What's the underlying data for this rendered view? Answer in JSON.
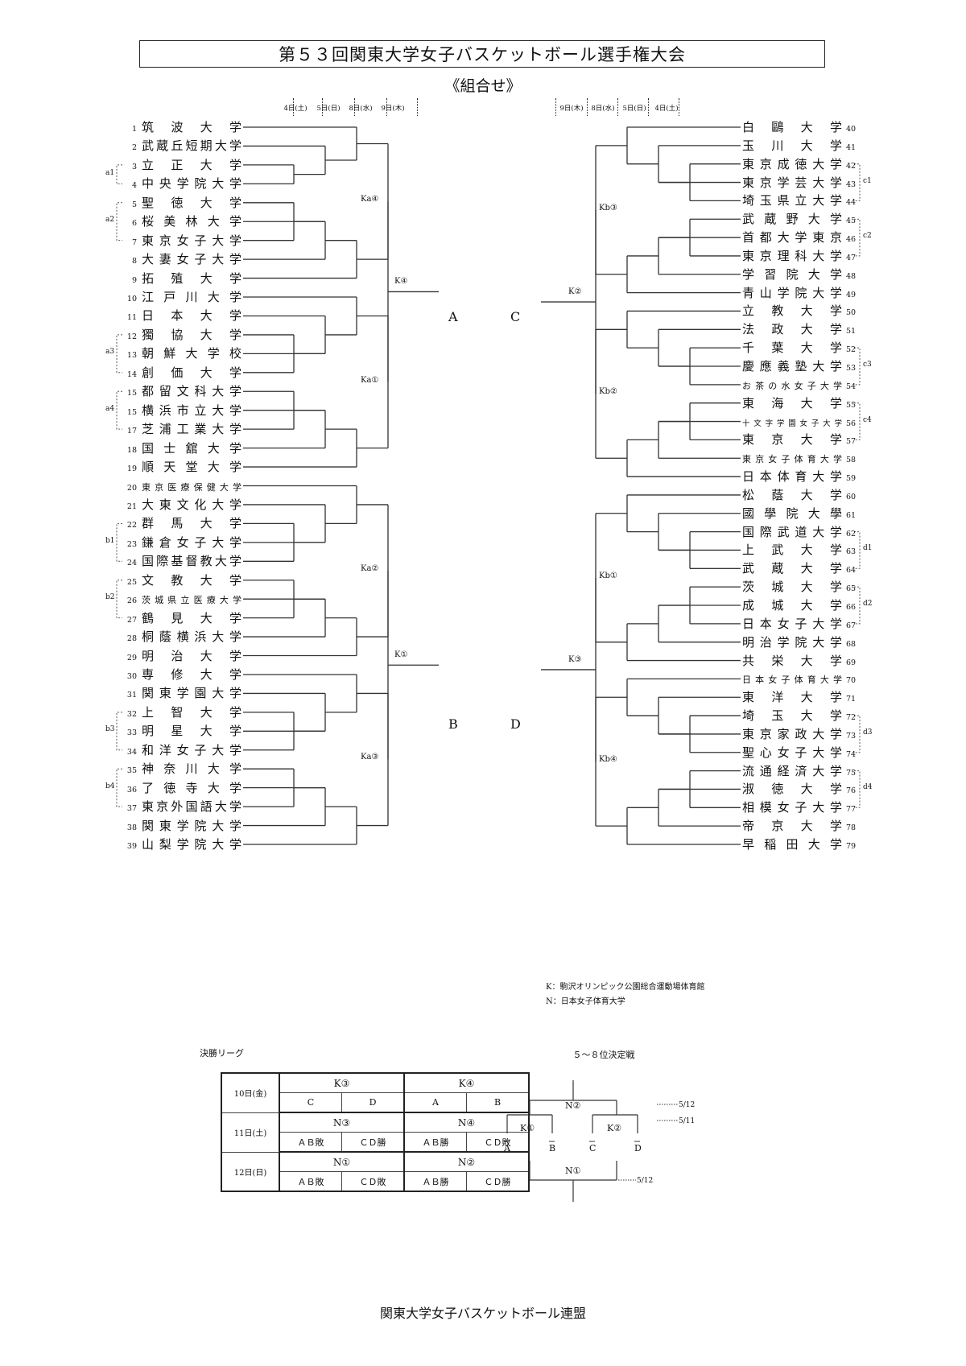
{
  "header": {
    "title": "第５３回関東大学女子バスケットボール選手権大会",
    "subtitle": "《組合せ》",
    "dates_left": [
      "4日(土)",
      "5日(日)",
      "8日(水)",
      "9日(木)"
    ],
    "dates_right": [
      "9日(木)",
      "8日(水)",
      "5日(日)",
      "4日(土)"
    ]
  },
  "left_teams": [
    {
      "num": "1",
      "name": "筑波大学"
    },
    {
      "num": "2",
      "name": "武蔵丘短期大学"
    },
    {
      "num": "3",
      "name": "立正大学"
    },
    {
      "num": "4",
      "name": "中央学院大学"
    },
    {
      "num": "5",
      "name": "聖徳大学"
    },
    {
      "num": "6",
      "name": "桜美林大学"
    },
    {
      "num": "7",
      "name": "東京女子大学"
    },
    {
      "num": "8",
      "name": "大妻女子大学"
    },
    {
      "num": "9",
      "name": "拓殖大学"
    },
    {
      "num": "10",
      "name": "江戸川大学"
    },
    {
      "num": "11",
      "name": "日本大学"
    },
    {
      "num": "12",
      "name": "獨協大学"
    },
    {
      "num": "13",
      "name": "朝鮮大学校"
    },
    {
      "num": "14",
      "name": "創価大学"
    },
    {
      "num": "15",
      "name": "都留文科大学"
    },
    {
      "num": "15",
      "name": "横浜市立大学"
    },
    {
      "num": "17",
      "name": "芝浦工業大学"
    },
    {
      "num": "18",
      "name": "国士舘大学"
    },
    {
      "num": "19",
      "name": "順天堂大学"
    },
    {
      "num": "20",
      "name": "東京医療保健大学"
    },
    {
      "num": "21",
      "name": "大東文化大学"
    },
    {
      "num": "22",
      "name": "群馬大学"
    },
    {
      "num": "23",
      "name": "鎌倉女子大学"
    },
    {
      "num": "24",
      "name": "国際基督教大学"
    },
    {
      "num": "25",
      "name": "文教大学"
    },
    {
      "num": "26",
      "name": "茨城県立医療大学"
    },
    {
      "num": "27",
      "name": "鶴見大学"
    },
    {
      "num": "28",
      "name": "桐蔭横浜大学"
    },
    {
      "num": "29",
      "name": "明治大学"
    },
    {
      "num": "30",
      "name": "専修大学"
    },
    {
      "num": "31",
      "name": "関東学園大学"
    },
    {
      "num": "32",
      "name": "上智大学"
    },
    {
      "num": "33",
      "name": "明星大学"
    },
    {
      "num": "34",
      "name": "和洋女子大学"
    },
    {
      "num": "35",
      "name": "神奈川大学"
    },
    {
      "num": "36",
      "name": "了徳寺大学"
    },
    {
      "num": "37",
      "name": "東京外国語大学"
    },
    {
      "num": "38",
      "name": "関東学院大学"
    },
    {
      "num": "39",
      "name": "山梨学院大学"
    }
  ],
  "right_teams": [
    {
      "num": "40",
      "name": "白鷗大学"
    },
    {
      "num": "41",
      "name": "玉川大学"
    },
    {
      "num": "42",
      "name": "東京成徳大学"
    },
    {
      "num": "43",
      "name": "東京学芸大学"
    },
    {
      "num": "44",
      "name": "埼玉県立大学"
    },
    {
      "num": "45",
      "name": "武蔵野大学"
    },
    {
      "num": "46",
      "name": "首都大学東京"
    },
    {
      "num": "47",
      "name": "東京理科大学"
    },
    {
      "num": "48",
      "name": "学習院大学"
    },
    {
      "num": "49",
      "name": "青山学院大学"
    },
    {
      "num": "50",
      "name": "立教大学"
    },
    {
      "num": "51",
      "name": "法政大学"
    },
    {
      "num": "52",
      "name": "千葉大学"
    },
    {
      "num": "53",
      "name": "慶應義塾大学"
    },
    {
      "num": "54",
      "name": "お茶の水女子大学"
    },
    {
      "num": "55",
      "name": "東海大学"
    },
    {
      "num": "56",
      "name": "十文字学園女子大学"
    },
    {
      "num": "57",
      "name": "東京大学"
    },
    {
      "num": "58",
      "name": "東京女子体育大学"
    },
    {
      "num": "59",
      "name": "日本体育大学"
    },
    {
      "num": "60",
      "name": "松蔭大学"
    },
    {
      "num": "61",
      "name": "國學院大學"
    },
    {
      "num": "62",
      "name": "国際武道大学"
    },
    {
      "num": "63",
      "name": "上武大学"
    },
    {
      "num": "64",
      "name": "武蔵大学"
    },
    {
      "num": "65",
      "name": "茨城大学"
    },
    {
      "num": "66",
      "name": "成城大学"
    },
    {
      "num": "67",
      "name": "日本女子大学"
    },
    {
      "num": "68",
      "name": "明治学院大学"
    },
    {
      "num": "69",
      "name": "共栄大学"
    },
    {
      "num": "70",
      "name": "日本女子体育大学"
    },
    {
      "num": "71",
      "name": "東洋大学"
    },
    {
      "num": "72",
      "name": "埼玉大学"
    },
    {
      "num": "73",
      "name": "東京家政大学"
    },
    {
      "num": "74",
      "name": "聖心女子大学"
    },
    {
      "num": "75",
      "name": "流通経済大学"
    },
    {
      "num": "76",
      "name": "淑徳大学"
    },
    {
      "num": "77",
      "name": "相模女子大学"
    },
    {
      "num": "78",
      "name": "帝京大学"
    },
    {
      "num": "79",
      "name": "早稲田大学"
    }
  ],
  "left_groups": [
    {
      "label": "a1",
      "from": 3,
      "to": 4
    },
    {
      "label": "a2",
      "from": 5,
      "to": 7
    },
    {
      "label": "a3",
      "from": 12,
      "to": 14
    },
    {
      "label": "a4",
      "from": 15,
      "to": 17
    },
    {
      "label": "b1",
      "from": 22,
      "to": 24
    },
    {
      "label": "b2",
      "from": 25,
      "to": 27
    },
    {
      "label": "b3",
      "from": 32,
      "to": 34
    },
    {
      "label": "b4",
      "from": 35,
      "to": 37
    }
  ],
  "right_groups": [
    {
      "label": "c1",
      "from": 42,
      "to": 44
    },
    {
      "label": "c2",
      "from": 45,
      "to": 47
    },
    {
      "label": "c3",
      "from": 52,
      "to": 54
    },
    {
      "label": "c4",
      "from": 55,
      "to": 57
    },
    {
      "label": "d1",
      "from": 62,
      "to": 64
    },
    {
      "label": "d2",
      "from": 65,
      "to": 67
    },
    {
      "label": "d3",
      "from": 72,
      "to": 74
    },
    {
      "label": "d4",
      "from": 75,
      "to": 77
    }
  ],
  "bracket": {
    "left": [
      [
        "g",
        [
          "g",
          [
            "t",
            1
          ],
          [
            "g",
            [
              "t",
              2
            ],
            [
              "g",
              [
                "t",
                3
              ],
              [
                "t",
                4
              ]
            ]
          ]
        ],
        [
          "g",
          [
            "g",
            [
              "g",
              [
                "t",
                5
              ],
              [
                "t",
                7
              ]
            ],
            [
              "t",
              6
            ],
            [
              "t",
              8
            ]
          ],
          [
            "t",
            9
          ]
        ]
      ],
      [
        "g",
        [
          "g",
          [
            "t",
            10
          ],
          [
            "g",
            [
              "t",
              11
            ],
            [
              "g",
              [
                "t",
                12
              ],
              [
                "t",
                14
              ]
            ],
            [
              "t",
              13
            ]
          ]
        ],
        [
          "g",
          [
            "g",
            [
              "g",
              [
                "t",
                15
              ],
              [
                "t",
                17
              ]
            ],
            [
              "t",
              16
            ],
            [
              "t",
              18
            ]
          ],
          [
            "t",
            19
          ]
        ]
      ],
      [
        "g",
        [
          "g",
          [
            "t",
            20
          ],
          [
            "g",
            [
              "t",
              21
            ],
            [
              "g",
              [
                "t",
                22
              ],
              [
                "t",
                24
              ]
            ],
            [
              "t",
              23
            ]
          ]
        ],
        [
          "g",
          [
            "g",
            [
              "g",
              [
                "t",
                25
              ],
              [
                "t",
                27
              ]
            ],
            [
              "t",
              26
            ],
            [
              "t",
              28
            ]
          ],
          [
            "t",
            29
          ]
        ]
      ],
      [
        "g",
        [
          "g",
          [
            "t",
            30
          ],
          [
            "g",
            [
              "t",
              31
            ],
            [
              "g",
              [
                "t",
                32
              ],
              [
                "t",
                34
              ]
            ],
            [
              "t",
              33
            ]
          ]
        ],
        [
          "g",
          [
            "g",
            [
              "g",
              [
                "t",
                35
              ],
              [
                "t",
                37
              ]
            ],
            [
              "t",
              36
            ],
            [
              "t",
              38
            ]
          ],
          [
            "t",
            39
          ]
        ]
      ]
    ],
    "right": [
      [
        "g",
        [
          "g",
          [
            "t",
            40
          ],
          [
            "g",
            [
              "t",
              41
            ],
            [
              "g",
              [
                "t",
                42
              ],
              [
                "t",
                44
              ]
            ],
            [
              "t",
              43
            ]
          ]
        ],
        [
          "g",
          [
            "g",
            [
              "g",
              [
                "t",
                45
              ],
              [
                "t",
                47
              ]
            ],
            [
              "t",
              46
            ],
            [
              "t",
              48
            ]
          ],
          [
            "t",
            49
          ]
        ]
      ],
      [
        "g",
        [
          "g",
          [
            "t",
            50
          ],
          [
            "g",
            [
              "t",
              51
            ],
            [
              "g",
              [
                "t",
                52
              ],
              [
                "t",
                54
              ]
            ],
            [
              "t",
              53
            ]
          ]
        ],
        [
          "g",
          [
            "g",
            [
              "g",
              [
                "t",
                55
              ],
              [
                "t",
                57
              ]
            ],
            [
              "t",
              56
            ],
            [
              "t",
              58
            ]
          ],
          [
            "t",
            59
          ]
        ]
      ],
      [
        "g",
        [
          "g",
          [
            "t",
            60
          ],
          [
            "g",
            [
              "t",
              61
            ],
            [
              "g",
              [
                "t",
                62
              ],
              [
                "t",
                64
              ]
            ],
            [
              "t",
              63
            ]
          ]
        ],
        [
          "g",
          [
            "g",
            [
              "g",
              [
                "t",
                65
              ],
              [
                "t",
                67
              ]
            ],
            [
              "t",
              66
            ],
            [
              "t",
              68
            ]
          ],
          [
            "t",
            69
          ]
        ]
      ],
      [
        "g",
        [
          "g",
          [
            "t",
            70
          ],
          [
            "g",
            [
              "t",
              71
            ],
            [
              "g",
              [
                "t",
                72
              ],
              [
                "t",
                74
              ]
            ],
            [
              "t",
              73
            ]
          ]
        ],
        [
          "g",
          [
            "g",
            [
              "g",
              [
                "t",
                75
              ],
              [
                "t",
                77
              ]
            ],
            [
              "t",
              76
            ],
            [
              "t",
              78
            ]
          ],
          [
            "t",
            79
          ]
        ]
      ]
    ]
  },
  "game_labels": {
    "left_quarter": [
      "Ka④",
      "Ka①",
      "Ka②",
      "Ka③"
    ],
    "left_semi": [
      "K④",
      "K①"
    ],
    "right_quarter": [
      "Kb③",
      "Kb②",
      "Kb①",
      "Kb④"
    ],
    "right_semi": [
      "K②",
      "K③"
    ]
  },
  "block_letters": {
    "left_top": "A",
    "left_bottom": "B",
    "right_top": "C",
    "right_bottom": "D"
  },
  "venues": {
    "k": "K：駒沢オリンピック公園総合運動場体育館",
    "n": "N：日本女子体育大学"
  },
  "final_league": {
    "title": "決勝リーグ",
    "days": [
      {
        "day": "10日(金)",
        "games": [
          {
            "label": "K③",
            "slots": [
              "C",
              "D"
            ]
          },
          {
            "label": "K④",
            "slots": [
              "A",
              "B"
            ]
          }
        ]
      },
      {
        "day": "11日(土)",
        "games": [
          {
            "label": "N③",
            "slots": [
              "ＡＢ敗",
              "ＣＤ勝"
            ]
          },
          {
            "label": "N④",
            "slots": [
              "ＡＢ勝",
              "ＣＤ敗"
            ]
          }
        ]
      },
      {
        "day": "12日(日)",
        "games": [
          {
            "label": "N①",
            "slots": [
              "ＡＢ敗",
              "ＣＤ敗"
            ]
          },
          {
            "label": "N②",
            "slots": [
              "ＡＢ勝",
              "ＣＤ勝"
            ]
          }
        ]
      }
    ]
  },
  "placement": {
    "title": "５～８位決定戦",
    "top_game": "N②",
    "left_game": "K①",
    "right_game": "K②",
    "bottom_game": "N①",
    "slots": [
      "A",
      "B",
      "C",
      "D"
    ],
    "date_top": "5/12",
    "date_mid": "5/11",
    "date_bottom": "5/12"
  },
  "footer": "関東大学女子バスケットボール連盟"
}
